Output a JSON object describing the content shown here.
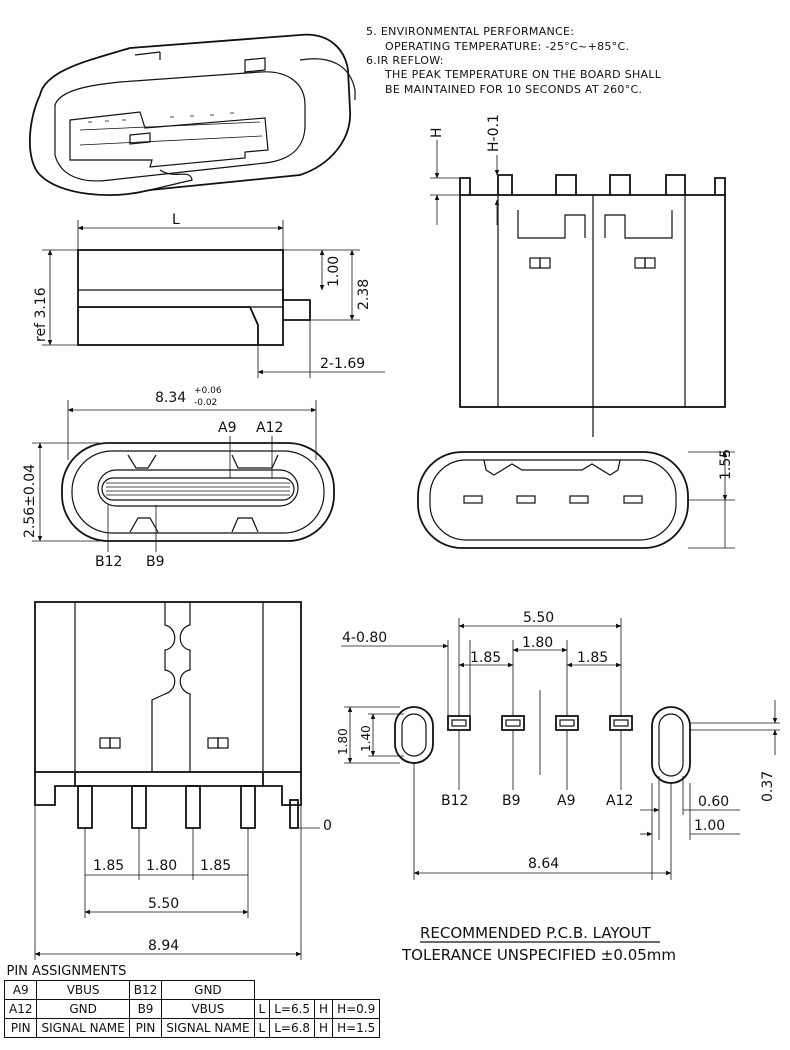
{
  "notes": {
    "env_title": "5. ENVIRONMENTAL PERFORMANCE:",
    "env_temp": "OPERATING TEMPERATURE: -25°C~+85°C.",
    "ir_title": "6.IR REFLOW:",
    "ir_line1": "THE PEAK TEMPERATURE ON THE BOARD SHALL",
    "ir_line2": "BE MAINTAINED FOR 10 SECONDS AT 260°C."
  },
  "side_view": {
    "dim_L": "L",
    "dim_ref": "ref 3.16",
    "dim_100": "1.00",
    "dim_238": "2.38",
    "dim_169": "2-1.69"
  },
  "top_right_view": {
    "dim_H": "H",
    "dim_H01": "H-0.1"
  },
  "front_view": {
    "width": "8.34",
    "width_tol_upper": "+0.06",
    "width_tol_lower": "-0.02",
    "height": "2.56±0.04",
    "pin_a9": "A9",
    "pin_a12": "A12",
    "pin_b12": "B12",
    "pin_b9": "B9"
  },
  "rear_view": {
    "dim_155": "1.55"
  },
  "bottom_view": {
    "dim_185_left": "1.85",
    "dim_180": "1.80",
    "dim_185_right": "1.85",
    "dim_550": "5.50",
    "dim_894": "8.94",
    "dim_zero": "0"
  },
  "pcb_layout": {
    "dim_550": "5.50",
    "dim_480": "4-0.80",
    "dim_185_left": "1.85",
    "dim_180": "1.80",
    "dim_185_right": "1.85",
    "dim_slot_180": "1.80",
    "dim_slot_140": "1.40",
    "dim_037": "0.37",
    "dim_060": "0.60",
    "dim_100": "1.00",
    "dim_864": "8.64",
    "pad_b12": "B12",
    "pad_b9": "B9",
    "pad_a9": "A9",
    "pad_a12": "A12",
    "title": "RECOMMENDED P.C.B. LAYOUT",
    "tolerance": "TOLERANCE UNSPECIFIED ±0.05mm"
  },
  "pin_table": {
    "title": "PIN ASSIGNMENTS",
    "rows": [
      [
        "A9",
        "VBUS",
        "B12",
        "GND",
        "L",
        "L=6.5",
        "H",
        "H=0.9"
      ],
      [
        "A12",
        "GND",
        "B9",
        "VBUS",
        "L",
        "L=6.8",
        "H",
        "H=1.5"
      ],
      [
        "PIN",
        "SIGNAL NAME",
        "PIN",
        "SIGNAL NAME"
      ]
    ]
  }
}
